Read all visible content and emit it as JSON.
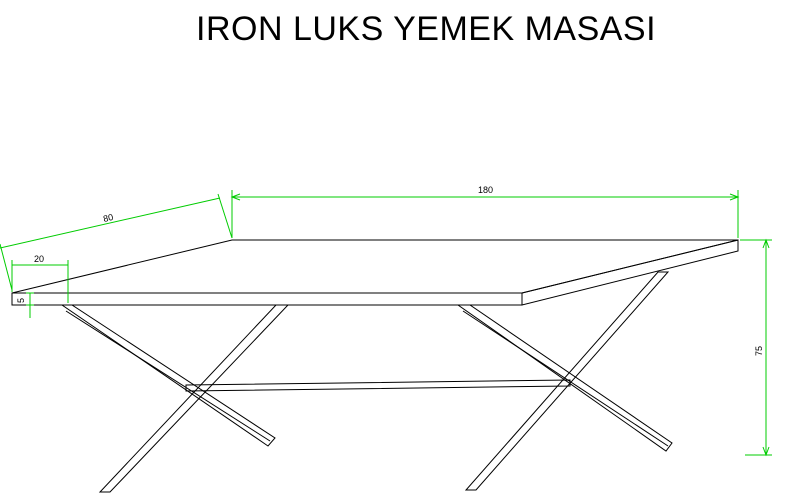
{
  "title": "IRON LUKS YEMEK MASASI",
  "dimensions": {
    "length": "180",
    "width": "80",
    "height": "75",
    "leg_width": "20",
    "top_thickness": "5"
  },
  "colors": {
    "outline": "#000000",
    "dimension_line": "#00cc00",
    "background": "#ffffff"
  }
}
